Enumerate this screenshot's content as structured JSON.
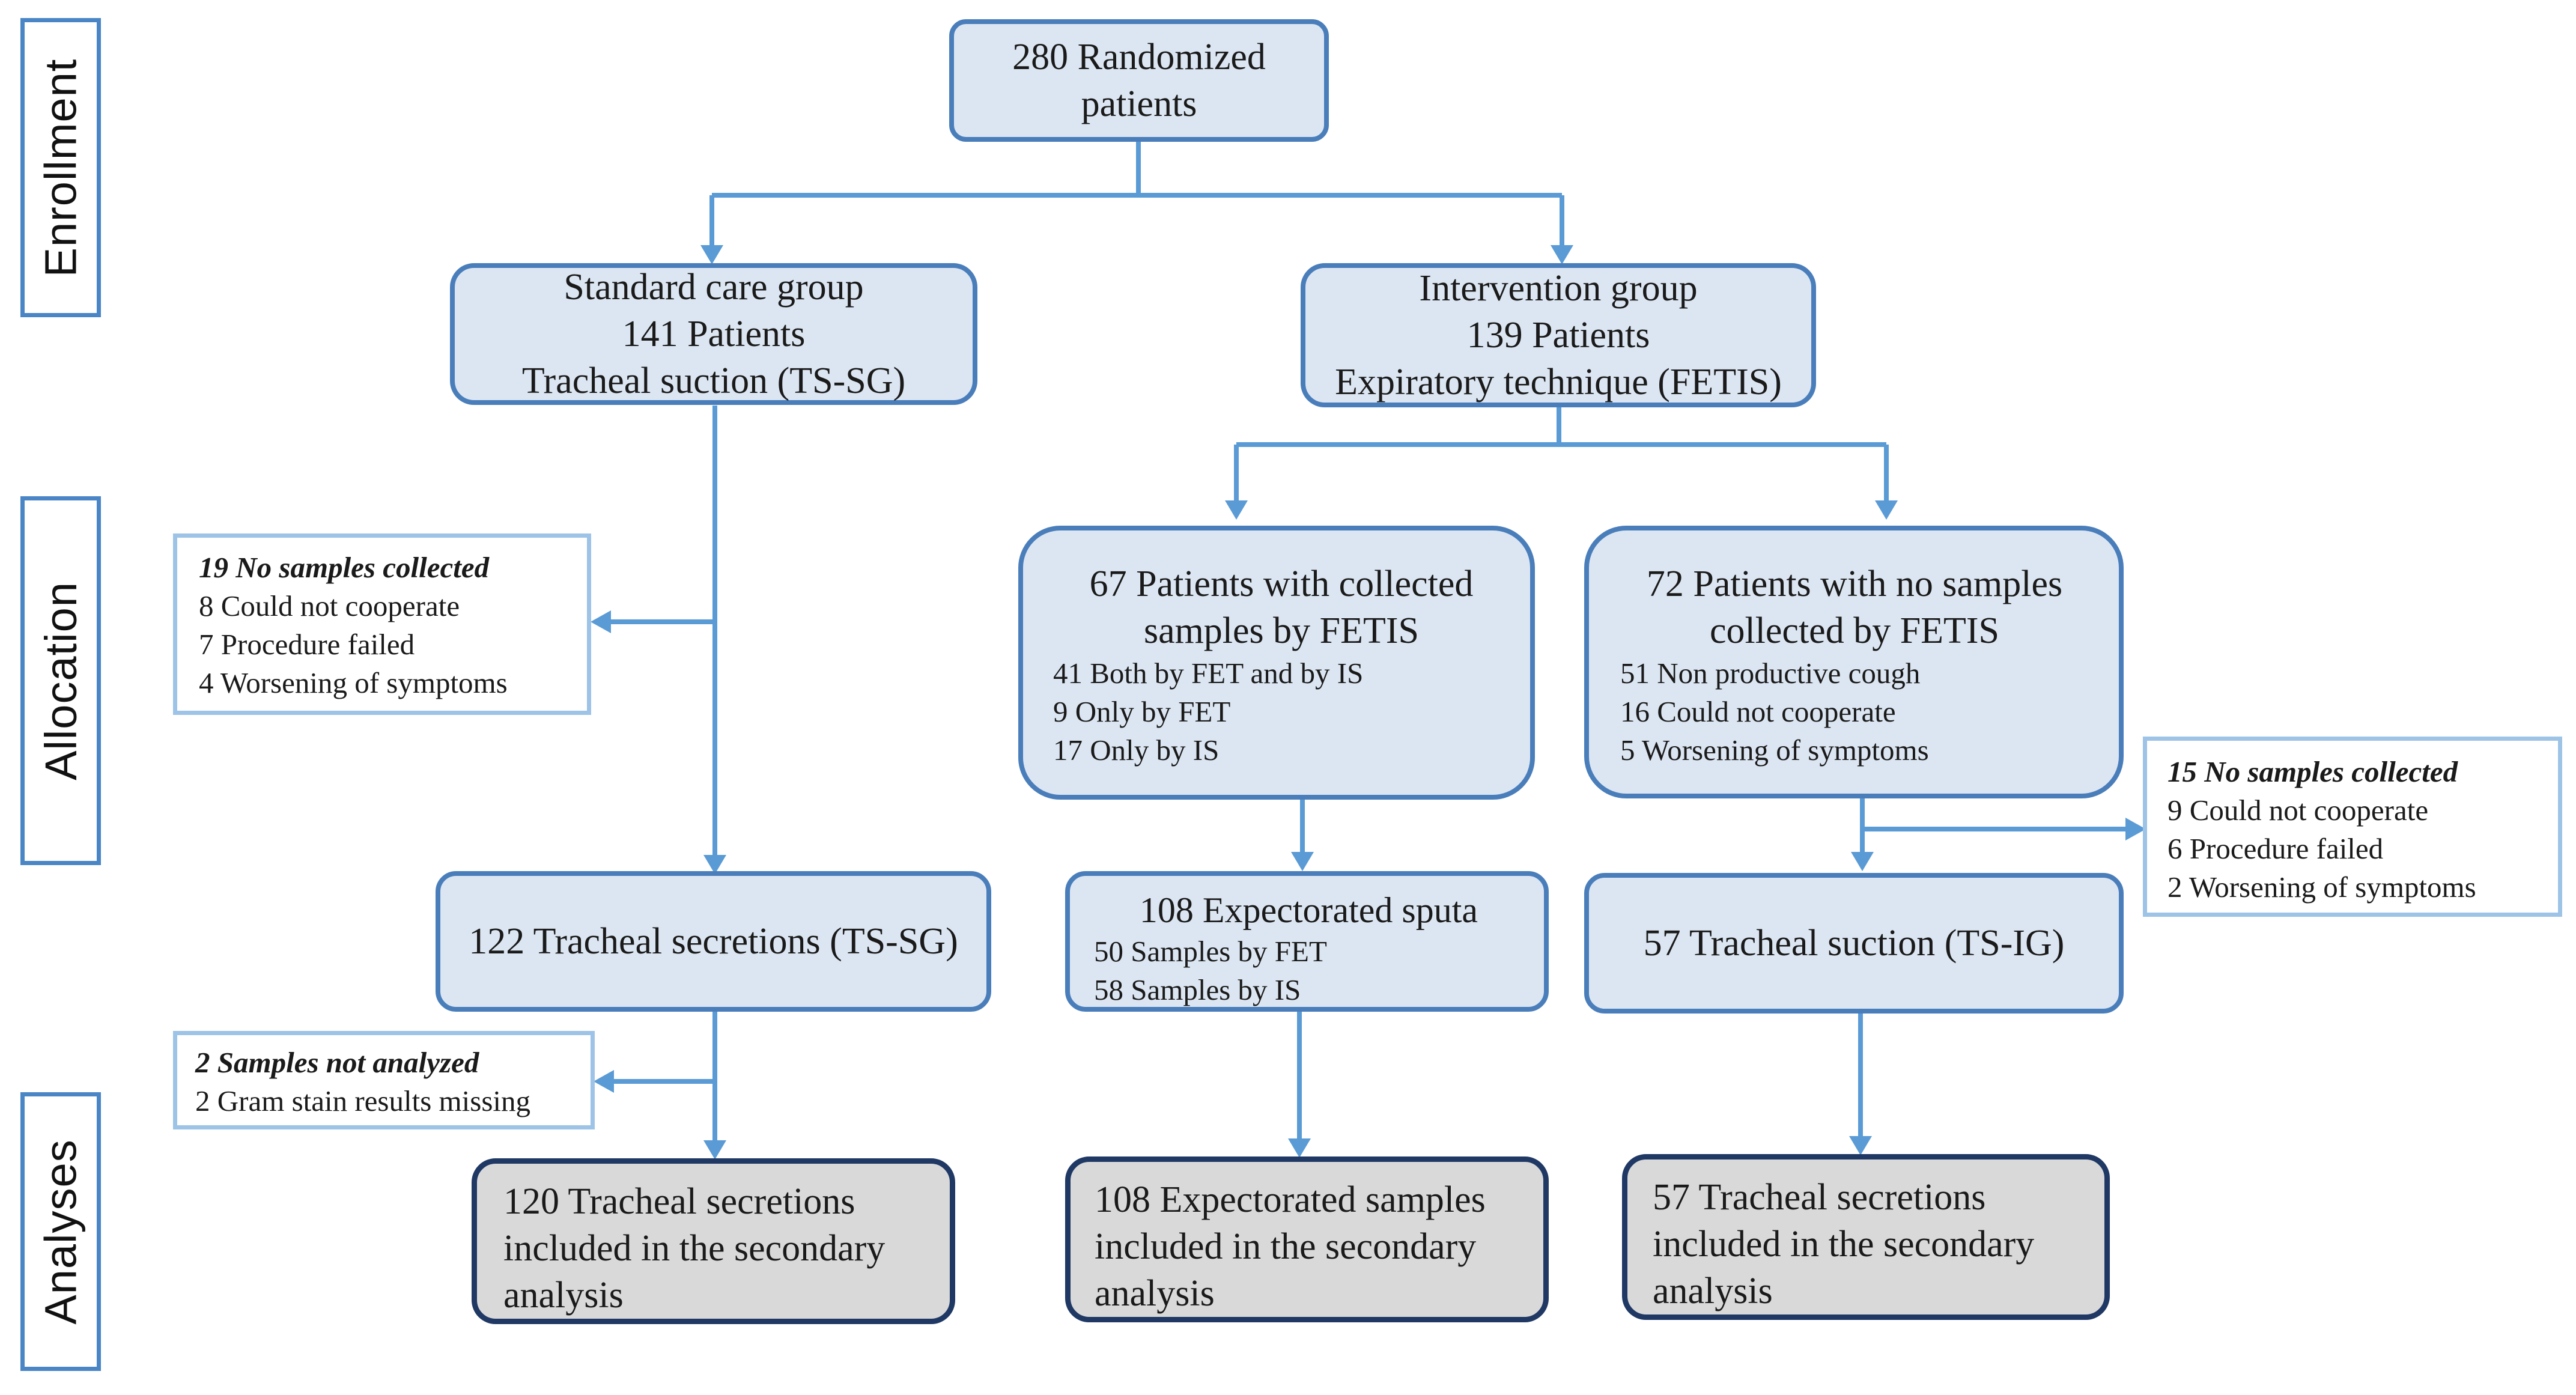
{
  "phases": {
    "enrollment": "Enrollment",
    "allocation": "Allocation",
    "analyses": "Analyses"
  },
  "randomized": {
    "line1": "280 Randomized",
    "line2": "patients"
  },
  "standard_group": {
    "line1": "Standard care group",
    "line2": "141 Patients",
    "line3": "Tracheal suction (TS-SG)"
  },
  "intervention_group": {
    "line1": "Intervention  group",
    "line2": "139 Patients",
    "line3": "Expiratory technique (FETIS)"
  },
  "sg_excluded": {
    "title": "19 No samples collected",
    "items": [
      "8   Could not cooperate",
      "7   Procedure failed",
      "4   Worsening  of symptoms"
    ]
  },
  "fetis_collected": {
    "line1": "67 Patients with  collected",
    "line2": "samples by FETIS",
    "items": [
      "41 Both by FET and by IS",
      "9   Only  by FET",
      "17 Only  by IS"
    ]
  },
  "fetis_not_collected": {
    "line1": "72 Patients with no samples",
    "line2": "collected by FETIS",
    "items": [
      "51 Non productive  cough",
      "16 Could not cooperate",
      "5   Worsening  of symptoms"
    ]
  },
  "ig_excluded": {
    "title": "15 No samples collected",
    "items": [
      "9 Could not cooperate",
      "6 Procedure failed",
      "2 Worsening  of symptoms"
    ]
  },
  "tracheal_sg": {
    "label": "122 Tracheal secretions (TS-SG)"
  },
  "sputa": {
    "title": "108  Expectorated sputa",
    "items": [
      "50 Samples  by FET",
      "58 Samples  by IS"
    ]
  },
  "tracheal_ig": {
    "label": "57 Tracheal suction (TS-IG)"
  },
  "not_analyzed": {
    "title": "2 Samples not analyzed",
    "items": [
      "2 Gram stain  results  missing"
    ]
  },
  "final_sg": {
    "lines": [
      "120 Tracheal secretions",
      "included in the secondary",
      "analysis"
    ]
  },
  "final_sputa": {
    "lines": [
      "108  Expectorated samples",
      "included in the secondary",
      "analysis"
    ]
  },
  "final_ig": {
    "lines": [
      "57 Tracheal secretions",
      "included in the secondary",
      "analysis"
    ]
  }
}
